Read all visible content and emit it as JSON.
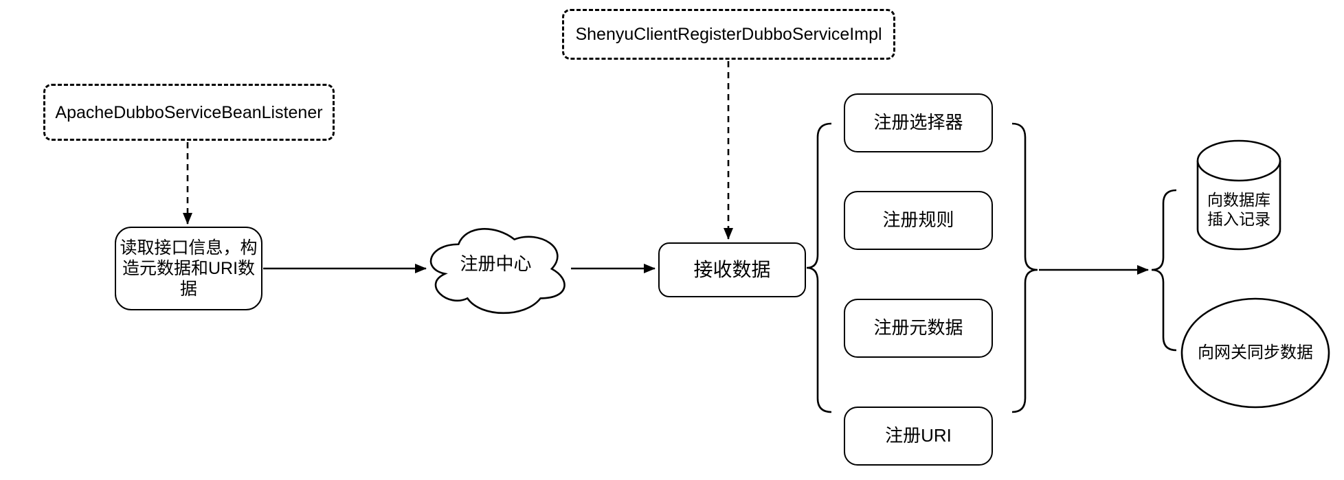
{
  "diagram": {
    "colors": {
      "stroke": "#000000",
      "background": "#ffffff"
    },
    "listener_box": {
      "label": "ApacheDubboServiceBeanListener"
    },
    "register_impl_box": {
      "label": "ShenyuClientRegisterDubboServiceImpl"
    },
    "read_interface_box": {
      "label": "读取接口信息，构造元数据和URI数据",
      "line1": "读取接口信息，构",
      "line2": "造元数据和URI数据"
    },
    "registry_center_cloud": {
      "label": "注册中心"
    },
    "receive_data_box": {
      "label": "接收数据"
    },
    "register_steps": [
      {
        "label": "注册选择器"
      },
      {
        "label": "注册规则"
      },
      {
        "label": "注册元数据"
      },
      {
        "label": "注册URI"
      }
    ],
    "database_cylinder": {
      "label": "向数据库插入记录",
      "line1": "向数据库",
      "line2": "插入记录"
    },
    "gateway_ellipse": {
      "label": "向网关同步数据"
    }
  }
}
